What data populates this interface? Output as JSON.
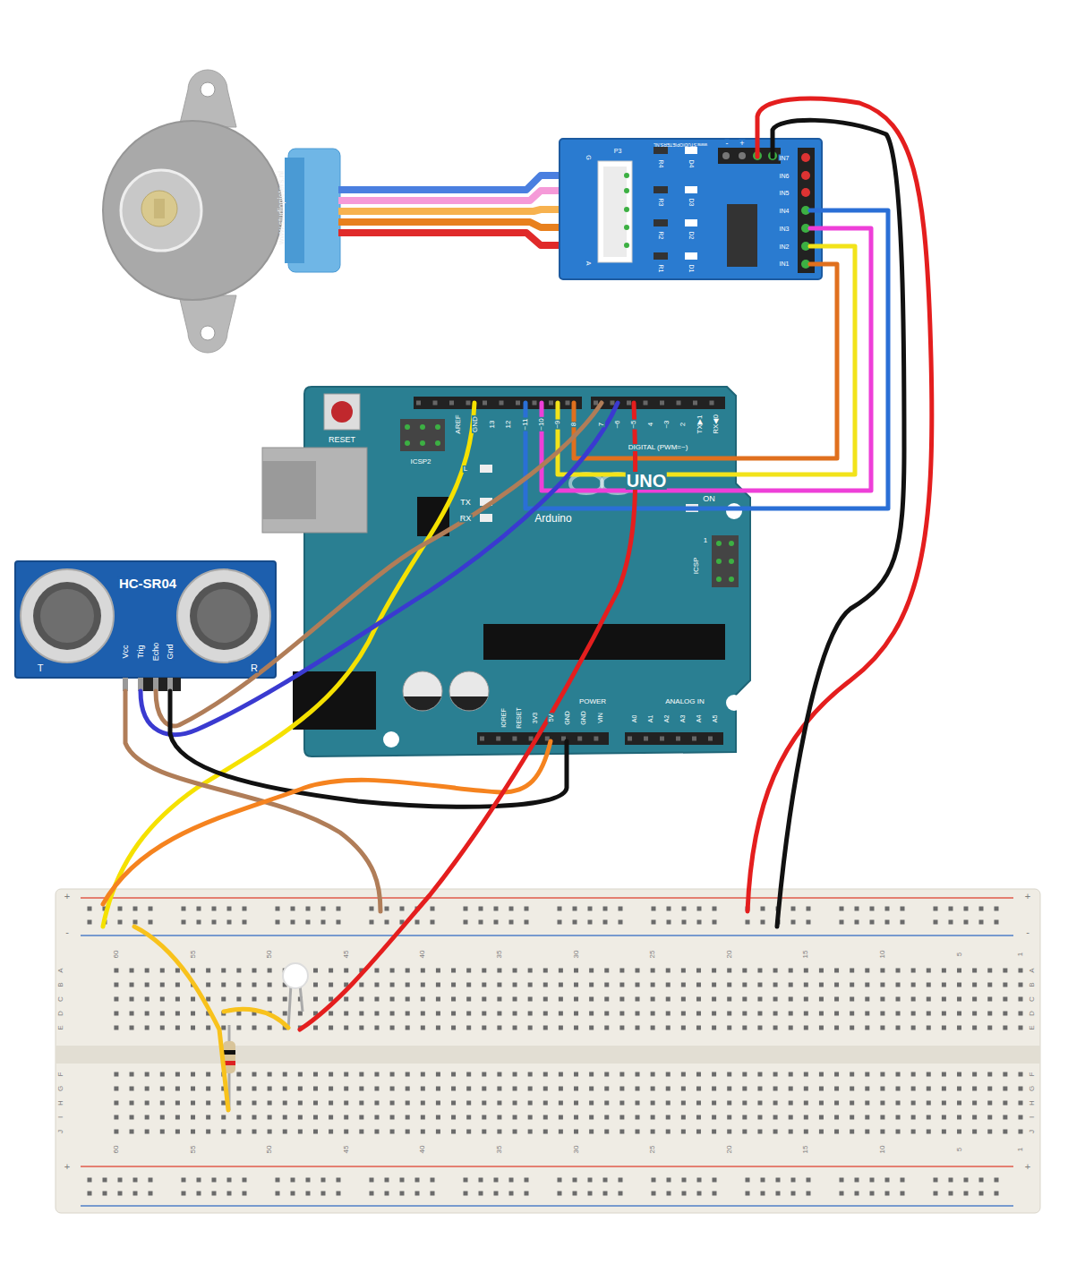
{
  "diagram": {
    "labels": [
      "www.studiopieters.nl",
      "www.STUDIOPIETERS.NL",
      "P3",
      "G",
      "A",
      "R4",
      "D4",
      "R3",
      "D3",
      "R2",
      "D2",
      "R1",
      "D1",
      "IN7",
      "IN6",
      "IN5",
      "IN4",
      "IN3",
      "IN2",
      "IN1",
      "-",
      "+",
      "RESET",
      "ICSP2",
      "AREF",
      "GND",
      "13",
      "12",
      "~11",
      "~10",
      "~9",
      "8",
      "7",
      "~6",
      "~5",
      "4",
      "~3",
      "2",
      "TX▶1",
      "RX◀0",
      "DIGITAL (PWM=~)",
      "L",
      "TX",
      "RX",
      "UNO",
      "Arduino",
      "ON",
      "1",
      "ICSP",
      "IOREF",
      "RESET",
      "3V3",
      "5V",
      "GND",
      "GND",
      "VIN",
      "POWER",
      "ANALOG IN",
      "A0",
      "A1",
      "A2",
      "A3",
      "A4",
      "A5",
      "HC-SR04",
      "Vcc",
      "Trig",
      "Echo",
      "Gnd",
      "T",
      "R",
      "60",
      "55",
      "50",
      "45",
      "40",
      "35",
      "30",
      "25",
      "20",
      "15",
      "10",
      "5",
      "1",
      "60",
      "55",
      "50",
      "45",
      "40",
      "35",
      "30",
      "25",
      "20",
      "15",
      "10",
      "5",
      "1",
      "A",
      "B",
      "C",
      "D",
      "E",
      "F",
      "G",
      "H",
      "I",
      "J",
      "A",
      "B",
      "C",
      "D",
      "E",
      "F",
      "G",
      "H",
      "I",
      "J",
      "+",
      "-",
      "+",
      "-",
      "+",
      "+"
    ]
  }
}
